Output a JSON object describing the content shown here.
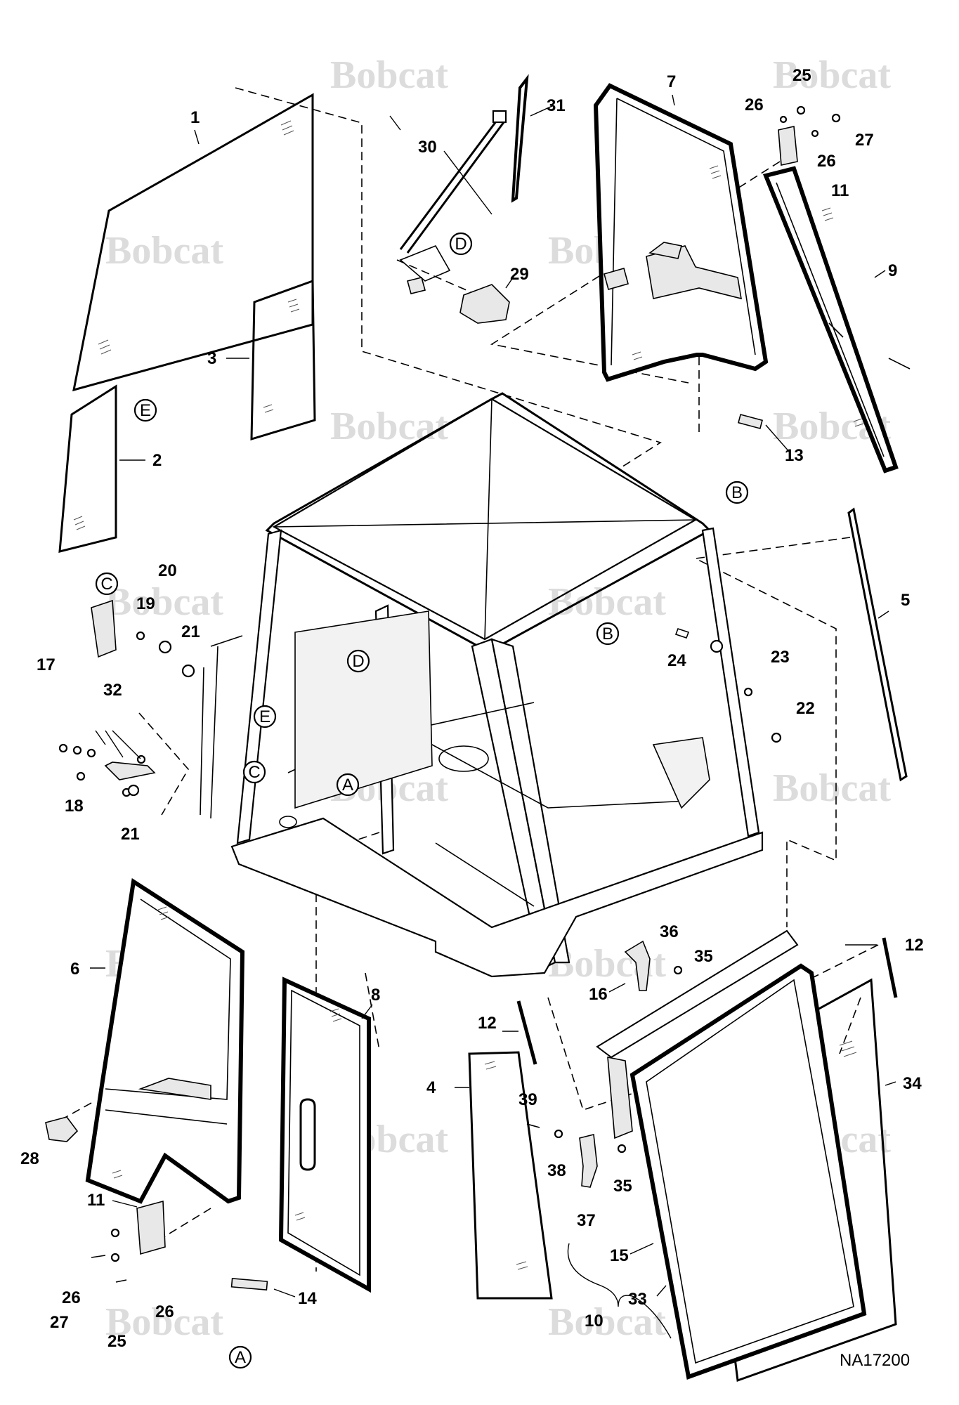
{
  "brand": {
    "watermark_text": "Bobcat",
    "watermark_color": "#dcdcdc"
  },
  "drawing": {
    "id": "NA17200"
  },
  "callouts": [
    "1",
    "2",
    "3",
    "4",
    "5",
    "6",
    "7",
    "8",
    "9",
    "10",
    "11",
    "12",
    "13",
    "14",
    "15",
    "16",
    "17",
    "18",
    "19",
    "20",
    "21",
    "22",
    "23",
    "24",
    "25",
    "26",
    "27",
    "28",
    "29",
    "30",
    "31",
    "32",
    "33",
    "34",
    "35",
    "36",
    "37",
    "38",
    "39"
  ],
  "references": [
    "A",
    "B",
    "C",
    "D",
    "E"
  ]
}
